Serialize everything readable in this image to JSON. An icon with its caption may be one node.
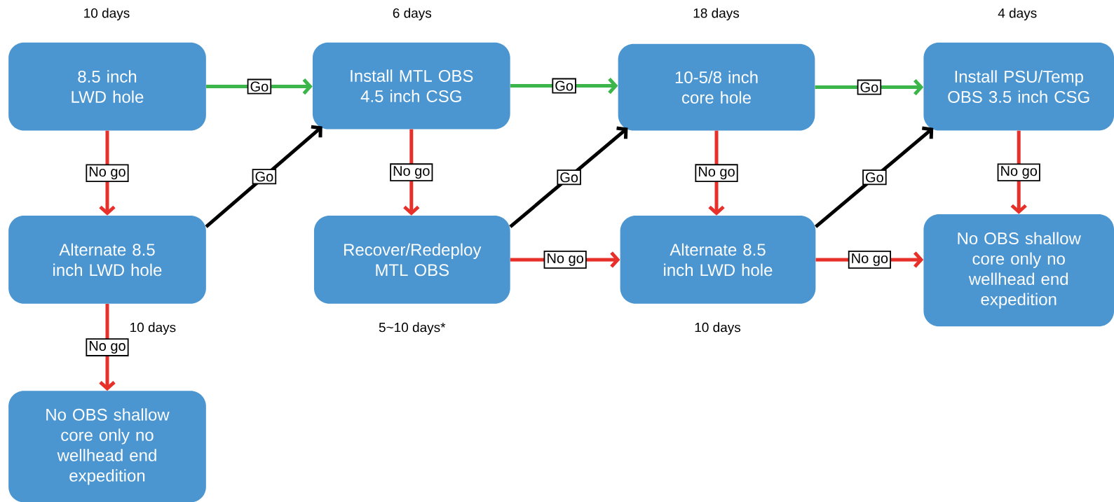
{
  "diagram": {
    "nodes": [
      {
        "text": [
          "8.5 inch LWD hole"
        ],
        "beside": [
          "10 days"
        ]
      },
      {
        "text": [
          "Install MTL OBS 4.5 inch CSG"
        ],
        "beside": [
          "6 days"
        ]
      },
      {
        "text": [
          "10-5/8 inch core hole"
        ],
        "beside": [
          "18 days"
        ]
      },
      {
        "text": [
          "Install PSU/Temp OBS 3.5 inch CSG"
        ],
        "beside": [
          "4 days"
        ]
      },
      {
        "text": [
          "Alternate 8.5 inch LWD hole"
        ],
        "beside": [
          "10 days"
        ]
      },
      {
        "text": [
          "Recover/Redeploy MTL OBS"
        ],
        "beside": [
          "5~10 days*"
        ]
      },
      {
        "text": [
          "Alternate 8.5 inch LWD hole"
        ],
        "beside": [
          "10 days"
        ]
      },
      {
        "text": [
          "No OBS shallow core only no wellhead end expedition"
        ]
      },
      {
        "text": [
          "No OBS shallow core only no wellhead end expedition"
        ]
      }
    ],
    "edges": [
      {
        "from": 0,
        "to": 1,
        "arrow": "to",
        "label": "Go",
        "color": "#3cb54a"
      },
      {
        "from": 1,
        "to": 2,
        "arrow": "to",
        "label": "Go",
        "color": "#3cb54a"
      },
      {
        "from": 2,
        "to": 3,
        "arrow": "to",
        "label": "Go",
        "color": "#3cb54a"
      },
      {
        "from": 0,
        "to": 4,
        "arrow": "to",
        "label": "No go"
      },
      {
        "from": 4,
        "to": 1,
        "arrow": "to",
        "label": "Go",
        "color": "#000000"
      },
      {
        "from": 1,
        "to": 5,
        "arrow": "to",
        "label": "No go"
      },
      {
        "from": 5,
        "to": 2,
        "arrow": "to",
        "label": "Go",
        "color": "#000000"
      },
      {
        "from": 2,
        "to": 6,
        "arrow": "to",
        "label": "No go"
      },
      {
        "from": 6,
        "to": 3,
        "arrow": "to",
        "label": "Go",
        "color": "#000000"
      },
      {
        "from": 3,
        "to": 7,
        "arrow": "to",
        "label": "No go"
      },
      {
        "from": 5,
        "to": 6,
        "arrow": "to",
        "label": "No go"
      },
      {
        "from": 6,
        "to": 7,
        "arrow": "to",
        "label": "No go"
      },
      {
        "from": 4,
        "to": 8,
        "arrow": "to",
        "label": "No go"
      }
    ]
  }
}
